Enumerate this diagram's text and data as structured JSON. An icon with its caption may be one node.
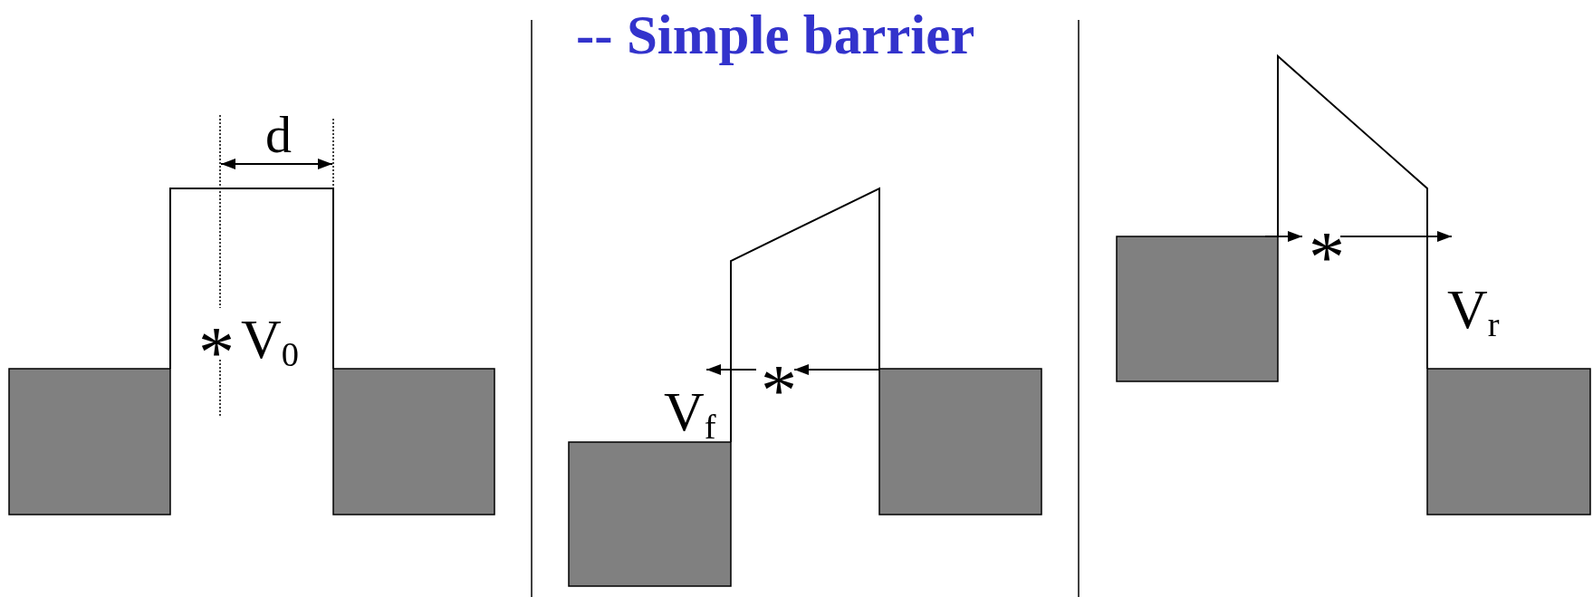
{
  "diagram": {
    "title": "-- Simple barrier",
    "labels": [
      "d",
      "*",
      "V$_{0}$",
      "*",
      "V$_{f}$",
      "*",
      "V$_{r}$"
    ]
  }
}
